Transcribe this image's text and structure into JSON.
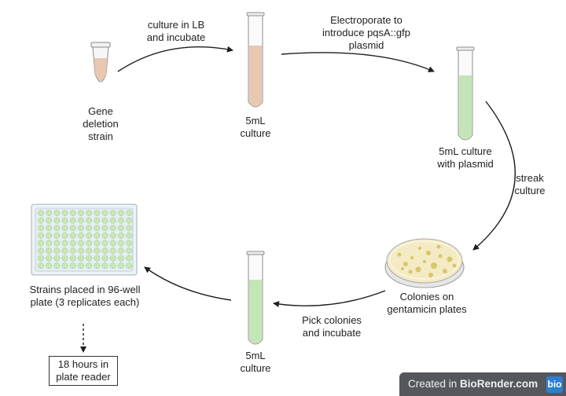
{
  "steps": {
    "gene_deletion_strain": [
      "Gene",
      "deletion",
      "strain"
    ],
    "culture_in_lb": [
      "culture in LB",
      "and incubate"
    ],
    "culture_1": [
      "5mL",
      "culture"
    ],
    "electroporate": [
      "Electroporate to",
      "introduce pqsA::gfp",
      "plasmid"
    ],
    "culture_with_plasmid": [
      "5mL culture",
      "with plasmid"
    ],
    "streak_culture": [
      "streak",
      "culture"
    ],
    "colonies": [
      "Colonies on",
      "gentamicin plates"
    ],
    "pick_colonies": [
      "Pick colonies",
      "and incubate"
    ],
    "culture_2": [
      "5mL",
      "culture"
    ],
    "strains_placed": [
      "Strains placed in 96-well",
      "plate (3 replicates each)"
    ],
    "plate_reader": [
      "18 hours in",
      "plate reader"
    ]
  },
  "watermark": {
    "prefix": "Created in ",
    "brand": "BioRender.com",
    "logo": "bio"
  },
  "colors": {
    "tan_liquid": "#e8c8b0",
    "green_liquid": "#c4e6b6",
    "plate_agar": "#f4eac4",
    "colony": "#d8c66a",
    "well_green": "#c6e8b6",
    "badge": "#56575c"
  },
  "icons": [
    "microcentrifuge-tube-icon",
    "test-tube-icon",
    "petri-dish-icon",
    "96-well-plate-icon"
  ]
}
